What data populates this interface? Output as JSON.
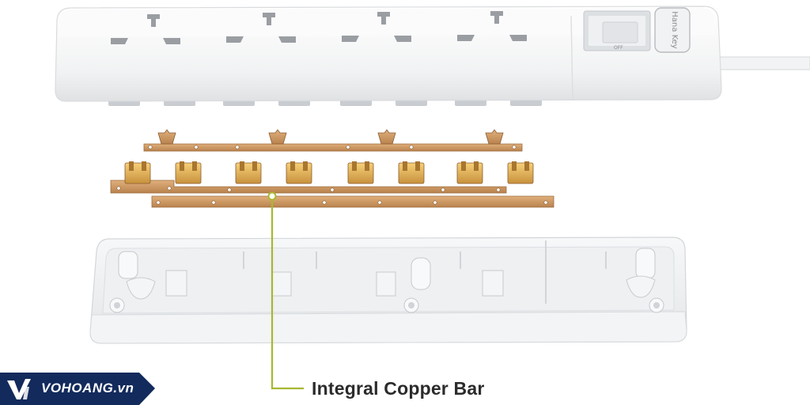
{
  "callout": {
    "label": "Integral Copper Bar"
  },
  "watermark": {
    "text": "VOHOANG.vn",
    "logo_icon": "vh-logo-icon"
  },
  "power_strip": {
    "socket_count": 4,
    "switch_label": "OFF",
    "brand_mark": "Hana Key"
  },
  "colors": {
    "housing": "#f4f5f6",
    "copper": "#c9955f",
    "contact": "#e2b25a",
    "leader_line": "#a8b830",
    "brand_bg": "#122a5c"
  }
}
